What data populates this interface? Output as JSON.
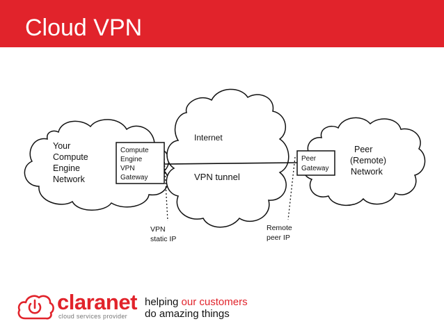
{
  "header": {
    "title": "Cloud VPN"
  },
  "diagram": {
    "left_cloud": {
      "lines": [
        "Your",
        "Compute",
        "Engine",
        "Network"
      ]
    },
    "compute_gateway": {
      "lines": [
        "Compute",
        "Engine",
        "VPN",
        "Gateway"
      ]
    },
    "internet_cloud": {
      "label": "Internet"
    },
    "tunnel": {
      "label": "VPN tunnel"
    },
    "peer_gateway": {
      "lines": [
        "Peer",
        "Gateway"
      ]
    },
    "right_cloud": {
      "lines": [
        "Peer",
        "(Remote)",
        "Network"
      ]
    },
    "vpn_ip": {
      "lines": [
        "VPN",
        "static IP"
      ]
    },
    "remote_ip": {
      "lines": [
        "Remote",
        "peer IP"
      ]
    }
  },
  "footer": {
    "brand": "claranet",
    "brand_sub": "cloud services provider",
    "tagline_line1_plain": "helping ",
    "tagline_line1_highlight": "our customers",
    "tagline_line2": "do amazing things"
  },
  "colors": {
    "brand_red": "#e1232b"
  }
}
